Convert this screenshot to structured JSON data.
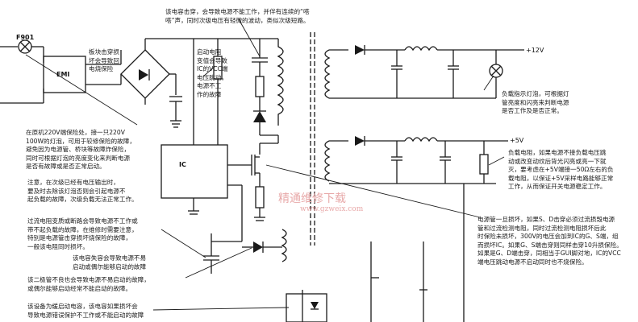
{
  "components": {
    "fuse": "F901",
    "emi": "EMI",
    "ic": "IC",
    "out_12v": "+12V",
    "out_5v": "+5V"
  },
  "annotations": {
    "bridge_note": "板块击穿损\n坏会导致回\n电烧保险",
    "cap_short_note": "该电容击穿，会导致电源不能工作，并伴有连续的“嗒\n嗒”声，同时次级电压有轻微的波动，类似次级短路。",
    "startup_resistor_note": "启动电阻\n变值会导致\nIC的VCC端\n电压跳动，\n电源不工\n作的故障",
    "load_lamp_note": "负载指示灯泡，可根据灯\n管亮度和闪亮来判断电源\n是否工作及是否正常。",
    "dummy_load_note": "负载电阻，如果电源不接负载电压跳\n动或改变动纹后背光闪亮或亮一下就\n灭，要考虑在+5V端接一50Ω左右的负\n载电阻，以保证+5V采样电路能够正常\n工作，从而保证开关电源稳定工作。",
    "mains_lamp_note": "在原机220V端保险处，接一只220V\n100W的灯泡，可用于较修保险的故障，\n避免因为电源管、桥块等故障炸保险，\n同时可根据灯泡的亮度变化来判断电源\n是否有故障或是否正常启动。",
    "attention_note": "注意，在次级已经有电压输出时，\n要及时去除该灯泡否则会引起电源不\n起负载的故障，次级负载无法正常工作。",
    "overcurrent_note": "过流电阻变质或断路会导致电源不工作或\n带不起负载的故障，在维修时需要注意，\n特别是电源管击穿损坏烧保险的故障，\n一般该电阻同时损坏。",
    "aux_cap_note": "该电容失容会导致电源不易\n启动或偶尔能够启动的故障",
    "diode_note": "该二极管不良也会导致电源不易启动的故障，\n或偶尔能够启动经常不能启动的故障。",
    "optocoupler_note": "该设备为缓启动电容，该电容如果损坏会\n导致电源错误保护不工作或不能启动的故障",
    "mosfet_note": "电源管一旦损坏，如果S、D击穿必须过流损毁电源\n管和过流检测电阻，同时过流检测电阻损坏后此\n时保险未损坏，300V的电压会加到IC的G、S端，组\n而损坏IC。如果G、S端击穿则同样击穿10升损保险。\n如果是G、D端击穿，同相当于GUI脚对地，IC的VCC\n端电压跳动电源不启动同时也不烧保险。"
  },
  "watermark": {
    "cn": "精通维修下载",
    "url": "www.gzweix.com"
  }
}
